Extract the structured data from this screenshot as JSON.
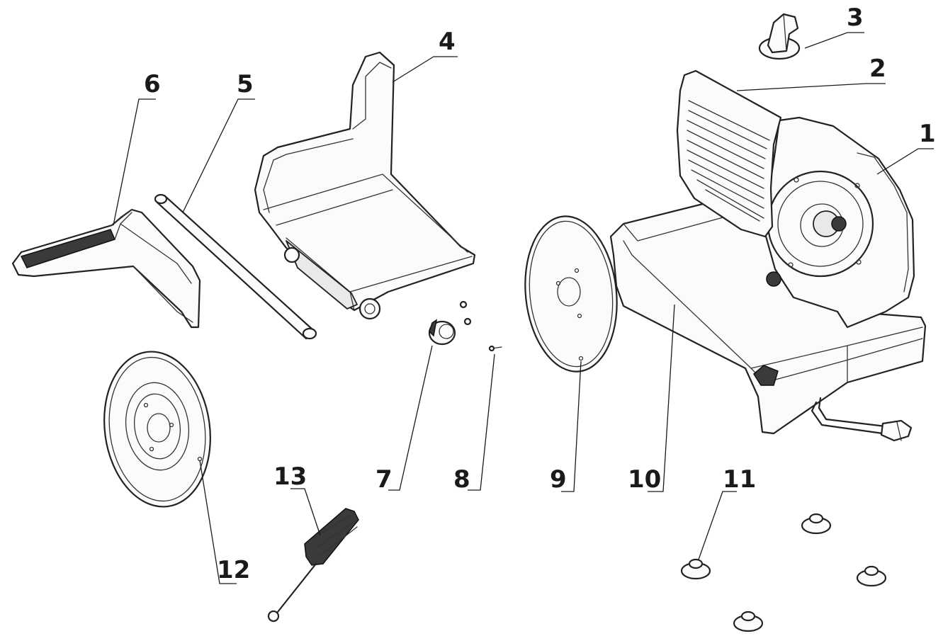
{
  "diagram": {
    "callouts": [
      {
        "id": "p1",
        "label": "1"
      },
      {
        "id": "p2",
        "label": "2"
      },
      {
        "id": "p3",
        "label": "3"
      },
      {
        "id": "p4",
        "label": "4"
      },
      {
        "id": "p5",
        "label": "5"
      },
      {
        "id": "p6",
        "label": "6"
      },
      {
        "id": "p7",
        "label": "7"
      },
      {
        "id": "p8",
        "label": "8"
      },
      {
        "id": "p9",
        "label": "9"
      },
      {
        "id": "p10",
        "label": "10"
      },
      {
        "id": "p11",
        "label": "11"
      },
      {
        "id": "p12",
        "label": "12"
      },
      {
        "id": "p13",
        "label": "13"
      }
    ]
  }
}
